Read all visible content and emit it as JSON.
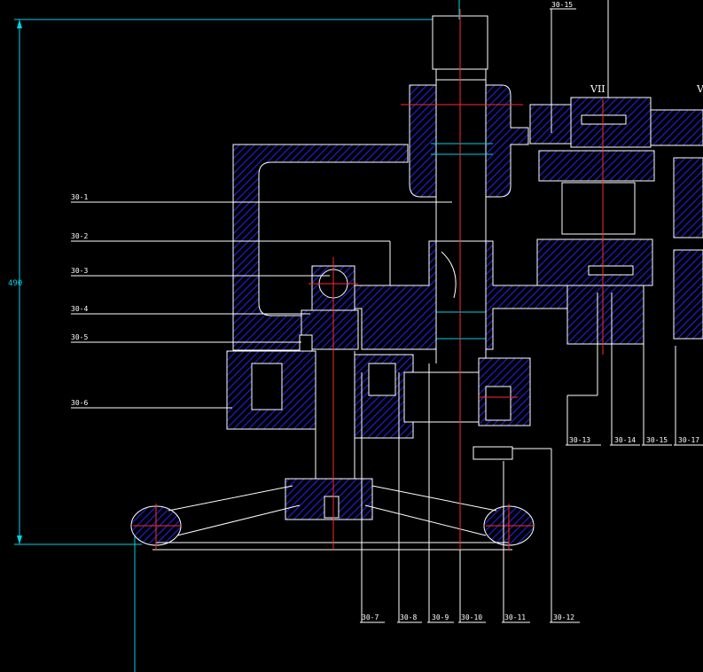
{
  "drawing": {
    "overall_dimension": "490",
    "roman_numerals": [
      "VII",
      "V"
    ],
    "labels_left": [
      "30-1",
      "30-2",
      "30-3",
      "30-4",
      "30-5",
      "30-6"
    ],
    "labels_bottom": [
      "30-7",
      "30-8",
      "30-9",
      "30-10",
      "30-11",
      "30-12"
    ],
    "labels_right": [
      "30-13",
      "30-14",
      "30-15",
      "30-17"
    ],
    "label_top": "30-15"
  },
  "colors": {
    "background": "#000000",
    "lines": "#ffffff",
    "dimension": "#00d2e6",
    "centerline": "#ff2a2a",
    "hatch": "#1a1ad8"
  }
}
